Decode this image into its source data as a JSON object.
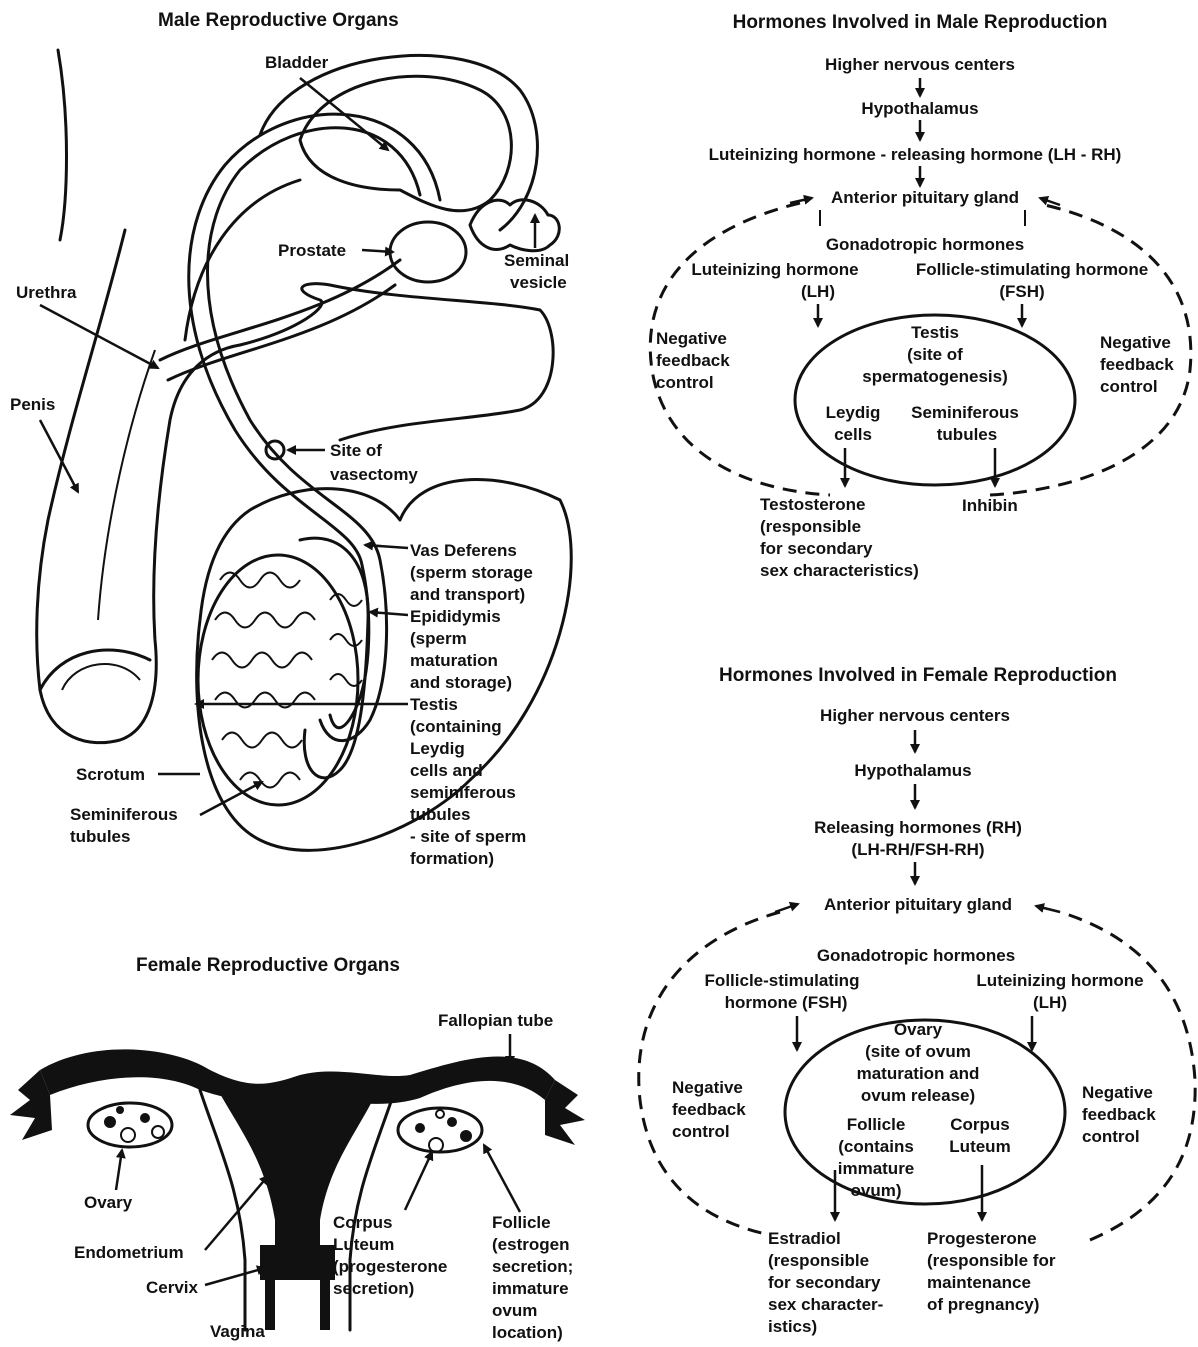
{
  "male_organs": {
    "title": "Male Reproductive Organs",
    "labels": {
      "bladder": "Bladder",
      "prostate": "Prostate",
      "seminal_vesicle": [
        "Seminal",
        "vesicle"
      ],
      "urethra": "Urethra",
      "penis": "Penis",
      "vasectomy": [
        "Site of",
        "vasectomy"
      ],
      "vas_deferens": [
        "Vas Deferens",
        "(sperm storage",
        "and transport)"
      ],
      "epididymis": [
        "Epididymis",
        "(sperm",
        "maturation",
        "and storage)"
      ],
      "testis": [
        "Testis",
        "(containing",
        "Leydig",
        "cells and",
        "seminiferous",
        "tubules",
        "- site of sperm",
        "formation)"
      ],
      "scrotum": "Scrotum",
      "seminiferous_tubules": [
        "Seminiferous",
        "tubules"
      ]
    }
  },
  "female_organs": {
    "title": "Female Reproductive Organs",
    "labels": {
      "fallopian_tube": "Fallopian tube",
      "ovary": "Ovary",
      "endometrium": "Endometrium",
      "cervix": "Cervix",
      "vagina": "Vagina",
      "corpus_luteum": [
        "Corpus",
        "Luteum",
        "(progesterone",
        "secretion)"
      ],
      "follicle": [
        "Follicle",
        "(estrogen",
        "secretion;",
        "immature",
        "ovum",
        "location)"
      ]
    }
  },
  "male_hormones": {
    "title": "Hormones Involved in Male Reproduction",
    "higher_centers": "Higher nervous centers",
    "hypothalamus": "Hypothalamus",
    "releasing": "Luteinizing hormone - releasing hormone (LH - RH)",
    "pituitary": "Anterior pituitary gland",
    "gonadotropic": "Gonadotropic hormones",
    "lh": [
      "Luteinizing hormone",
      "(LH)"
    ],
    "fsh": [
      "Follicle-stimulating hormone",
      "(FSH)"
    ],
    "neg_left": [
      "Negative",
      "feedback",
      "control"
    ],
    "neg_right": [
      "Negative",
      "feedback",
      "control"
    ],
    "testis": [
      "Testis",
      "(site of",
      "spermatogenesis)"
    ],
    "leydig": [
      "Leydig",
      "cells"
    ],
    "seminiferous": [
      "Seminiferous",
      "tubules"
    ],
    "testosterone": [
      "Testosterone",
      "(responsible",
      "for secondary",
      "sex characteristics)"
    ],
    "inhibin": "Inhibin"
  },
  "female_hormones": {
    "title": "Hormones Involved in Female Reproduction",
    "higher_centers": "Higher nervous centers",
    "hypothalamus": "Hypothalamus",
    "releasing": [
      "Releasing hormones (RH)",
      "(LH-RH/FSH-RH)"
    ],
    "pituitary": "Anterior pituitary gland",
    "gonadotropic": "Gonadotropic hormones",
    "fsh": [
      "Follicle-stimulating",
      "hormone (FSH)"
    ],
    "lh": [
      "Luteinizing hormone",
      "(LH)"
    ],
    "neg_left": [
      "Negative",
      "feedback",
      "control"
    ],
    "neg_right": [
      "Negative",
      "feedback",
      "control"
    ],
    "ovary": [
      "Ovary",
      "(site of ovum",
      "maturation and",
      "ovum release)"
    ],
    "follicle": [
      "Follicle",
      "(contains",
      "immature",
      "ovum)"
    ],
    "corpus": [
      "Corpus",
      "Luteum"
    ],
    "estradiol": [
      "Estradiol",
      "(responsible",
      "for secondary",
      "sex character-",
      "istics)"
    ],
    "progesterone": [
      "Progesterone",
      "(responsible for",
      "maintenance",
      "of pregnancy)"
    ]
  }
}
